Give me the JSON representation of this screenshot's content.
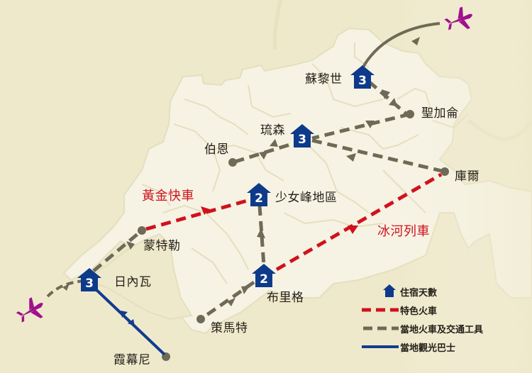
{
  "map": {
    "colors": {
      "background": "#efe9cc",
      "land": "#f6f3e4",
      "border": "#e4dfbf",
      "lake": "#efe9cc",
      "accommodation": "#0e3a8a",
      "scenic_train": "#d0121c",
      "local_transport": "#6e6a55",
      "local_bus": "#123c8f",
      "airplane": "#a0108c"
    },
    "cities": [
      {
        "id": "zurich",
        "name": "蘇黎世",
        "nights": "3"
      },
      {
        "id": "st-gallen",
        "name": "聖加侖"
      },
      {
        "id": "lucerne",
        "name": "琉森",
        "nights": "3"
      },
      {
        "id": "bern",
        "name": "伯恩"
      },
      {
        "id": "chur",
        "name": "庫爾"
      },
      {
        "id": "jungfrau",
        "name": "少女峰地區",
        "nights": "2"
      },
      {
        "id": "montreux",
        "name": "蒙特勒"
      },
      {
        "id": "geneva",
        "name": "日內瓦",
        "nights": "3"
      },
      {
        "id": "brig",
        "name": "布里格",
        "nights": "2"
      },
      {
        "id": "zermatt",
        "name": "策馬特"
      },
      {
        "id": "chamonix",
        "name": "霞幕尼"
      }
    ],
    "routes": [
      {
        "id": "golden-pass",
        "name": "黃金快車",
        "type": "scenic_train"
      },
      {
        "id": "glacier-express",
        "name": "冰河列車",
        "type": "scenic_train"
      }
    ]
  },
  "legend": {
    "items": [
      {
        "id": "accommodation",
        "label": "住宿天數",
        "icon": "house-icon"
      },
      {
        "id": "scenic-train",
        "label": "特色火車",
        "style": "red-dashed"
      },
      {
        "id": "local-transport",
        "label": "當地火車及交通工具",
        "style": "gray-dashed"
      },
      {
        "id": "local-bus",
        "label": "當地觀光巴士",
        "style": "blue-solid"
      }
    ]
  }
}
